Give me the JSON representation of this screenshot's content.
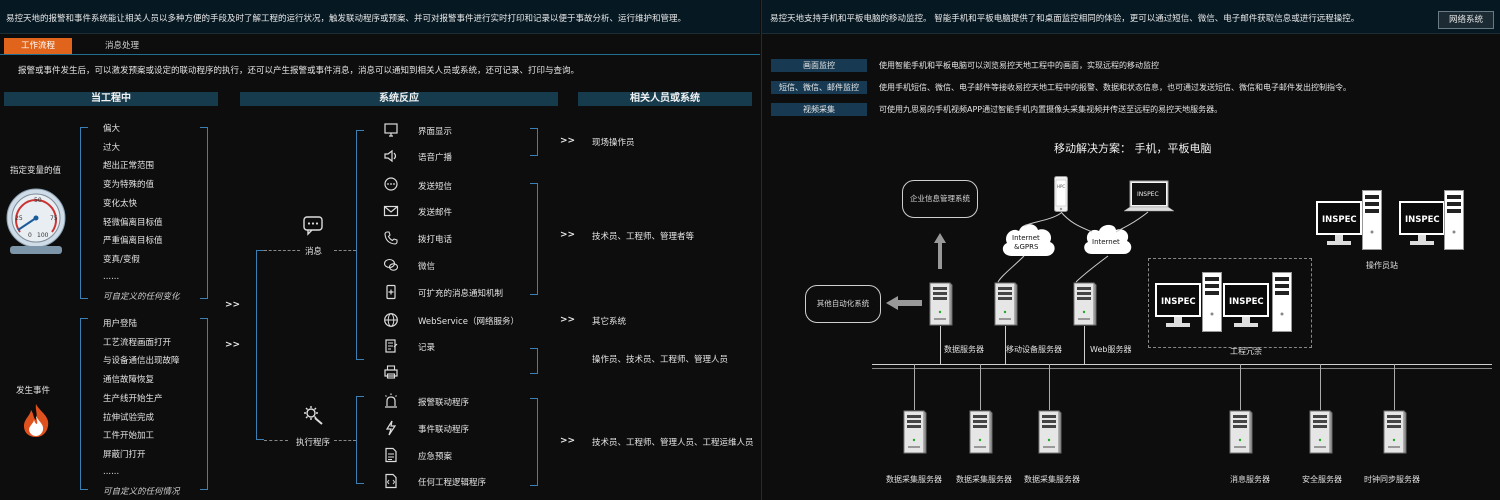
{
  "left": {
    "top_text": "易控天地的报警和事件系统能让相关人员以多种方便的手段及时了解工程的运行状况，触发联动程序或预案、并可对报警事件进行实时打印和记录以便于事故分析、运行维护和管理。",
    "tabs": [
      {
        "label": "工作流程"
      },
      {
        "label": "消息处理"
      }
    ],
    "desc": "报警或事件发生后，可以激发预案或设定的联动程序的执行，还可以产生报警或事件消息，消息可以通知到相关人员或系统，还可记录、打印与查询。",
    "headers": {
      "col1": "当工程中",
      "col2": "系统反应",
      "col3": "相关人员或系统"
    },
    "gauge_label": "指定变量的值",
    "gauge_ticks": {
      "t0": "0",
      "t25": "25",
      "t50": "50",
      "t75": "75",
      "t100": "100"
    },
    "event_label": "发生事件",
    "var_items": [
      "偏大",
      "过大",
      "超出正常范围",
      "变为特殊的值",
      "变化太快",
      "轻微偏离目标值",
      "严重偏离目标值",
      "变真/变假",
      "......",
      "可自定义的任何变化"
    ],
    "event_items": [
      "用户登陆",
      "工艺流程画面打开",
      "与设备通信出现故障",
      "通信故障恢复",
      "生产线开始生产",
      "拉伸试验完成",
      "工件开始加工",
      "屏蔽门打开",
      "......",
      "可自定义的任何情况"
    ],
    "arrow": ">>",
    "hub_msg": "消息",
    "hub_exec": "执行程序",
    "responses": [
      {
        "label": "界面显示",
        "icon": "monitor-icon"
      },
      {
        "label": "语音广播",
        "icon": "speaker-icon"
      },
      {
        "label": "发送短信",
        "icon": "chat-bubble-icon"
      },
      {
        "label": "发送邮件",
        "icon": "envelope-icon"
      },
      {
        "label": "拨打电话",
        "icon": "phone-icon"
      },
      {
        "label": "微信",
        "icon": "wechat-icon"
      },
      {
        "label": "可扩充的消息通知机制",
        "icon": "mobile-plus-icon"
      },
      {
        "label": "WebService（网络服务）",
        "icon": "globe-icon"
      },
      {
        "label": "记录",
        "icon": "notepad-icon"
      },
      {
        "label": "",
        "icon": "printer-icon"
      },
      {
        "label": "报警联动程序",
        "icon": "alarm-light-icon"
      },
      {
        "label": "事件联动程序",
        "icon": "lightning-icon"
      },
      {
        "label": "应急预案",
        "icon": "document-icon"
      },
      {
        "label": "任何工程逻辑程序",
        "icon": "code-file-icon"
      }
    ],
    "targets": [
      "现场操作员",
      "技术员、工程师、管理者等",
      "其它系统",
      "操作员、技术员、工程师、管理人员",
      "技术员、工程师、管理人员、工程运维人员"
    ]
  },
  "right": {
    "top_text": "易控天地支持手机和平板电脑的移动监控。 智能手机和平板电脑提供了和桌面监控相同的体验，更可以通过短信、微信、电子邮件获取信息或进行远程操控。",
    "network_button": "网络系统",
    "features": [
      {
        "badge": "画面监控",
        "text": "使用智能手机和平板电脑可以浏览易控天地工程中的画面，实现远程的移动监控"
      },
      {
        "badge": "短信、微信、邮件监控",
        "text": "使用手机短信、微信、电子邮件等接收易控天地工程中的报警、数据和状态信息，也可通过发送短信、微信和电子邮件发出控制指令。"
      },
      {
        "badge": "视频采集",
        "text": "可使用九思易的手机视频APP通过智能手机内置摄像头采集视频并传送至远程的易控天地服务器。"
      }
    ],
    "diagram_title": "移动解决方案：  手机，平板电脑",
    "enterprise": "企业信息管理系统",
    "other_auto": "其他自动化系统",
    "cloud1": "Internet\n&GPRS",
    "cloud1a": "Internet",
    "cloud1b": "&GPRS",
    "cloud2": "Internet",
    "inspec": "INSPEC",
    "servers_top": [
      "数据服务器",
      "移动设备服务器",
      "Web服务器"
    ],
    "redundancy": "工程冗余",
    "operator_station": "操作员站",
    "servers_bottom": [
      "数据采集服务器",
      "数据采集服务器",
      "数据采集服务器",
      "消息服务器",
      "安全服务器",
      "时钟同步服务器"
    ],
    "phone_brand": "HPC"
  }
}
